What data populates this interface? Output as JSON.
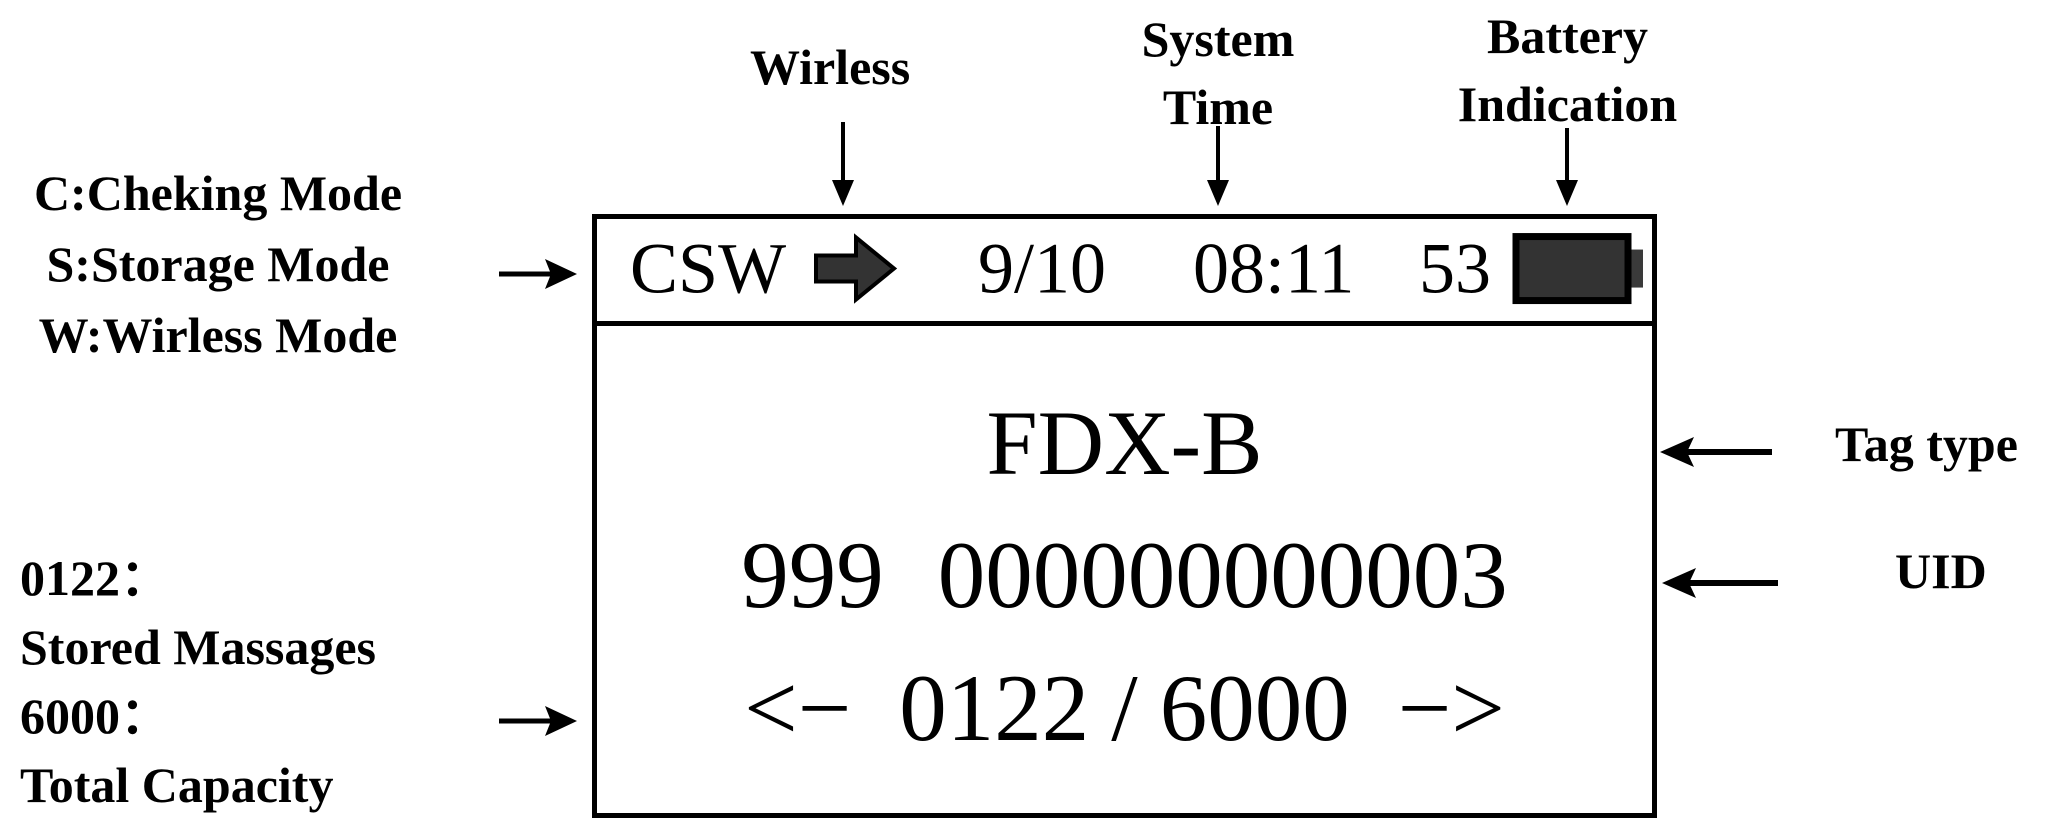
{
  "figure": {
    "background": "#ffffff",
    "ink_color": "#000000",
    "icon_fill_color": "#333333"
  },
  "annotations": {
    "wireless": "Wirless",
    "system_time": {
      "line1": "System",
      "line2": "Time"
    },
    "battery": {
      "line1": "Battery",
      "line2": "Indication"
    },
    "mode_legend": {
      "line1": "C:Cheking Mode",
      "line2": "S:Storage Mode",
      "line3": "W:Wirless Mode"
    },
    "storage_legend": {
      "line1": "0122：",
      "line2": "Stored Massages",
      "line3": "6000：",
      "line4": "Total Capacity"
    },
    "tag_type": "Tag type",
    "uid": "UID"
  },
  "display": {
    "status_bar": {
      "modes": "CSW",
      "date": "9/10",
      "time": "08:11",
      "battery_percent": "53"
    },
    "tag_type_value": "FDX-B",
    "uid_country": "999",
    "uid_national": "000000000003",
    "pager": {
      "prev": "<−",
      "current": "0122",
      "separator": "/",
      "total": "6000",
      "next": "−>"
    }
  },
  "icons": {
    "mode_arrow": "block-right-arrow-icon",
    "battery": "battery-level-icon",
    "pointers": "thin-line-arrow-icons"
  }
}
